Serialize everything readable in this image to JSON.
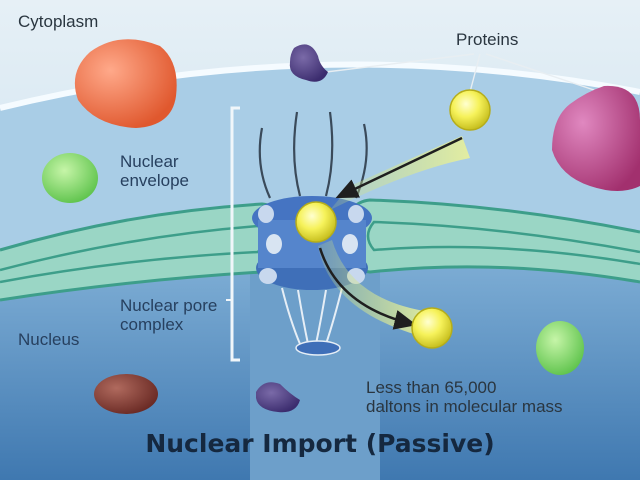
{
  "title": "Nuclear Import (Passive)",
  "labels": {
    "cytoplasm": "Cytoplasm",
    "proteins": "Proteins",
    "nuclear_envelope": "Nuclear\nenvelope",
    "nuclear_pore_complex": "Nuclear pore\ncomplex",
    "nucleus": "Nucleus",
    "size_note": "Less than 65,000\ndaltons in molecular mass"
  },
  "colors": {
    "cytoplasm": "#d7e8f2",
    "nucleus": "#5f95c4",
    "envelope": "#5fb7a6",
    "pore": "#3f6fb8",
    "small_protein": "#f4ef5a",
    "arrow": "#d9e79a"
  }
}
